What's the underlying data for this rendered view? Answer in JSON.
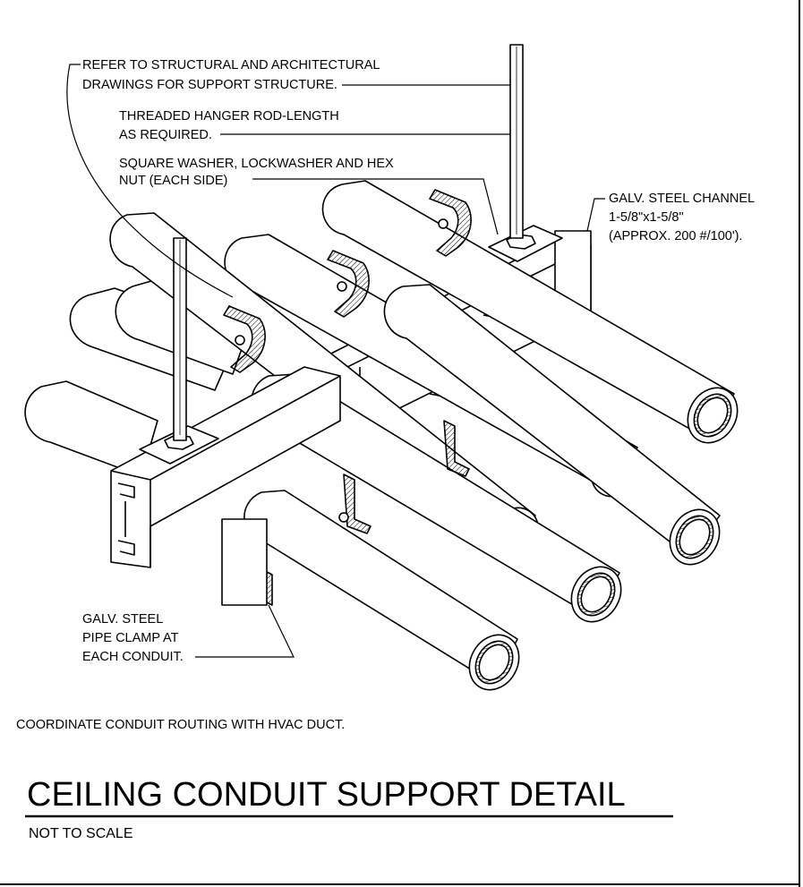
{
  "notes": {
    "refer_line1": "REFER TO STRUCTURAL AND ARCHITECTURAL",
    "refer_line2": "DRAWINGS FOR SUPPORT STRUCTURE.",
    "rod_line1": "THREADED HANGER ROD-LENGTH",
    "rod_line2": "AS REQUIRED.",
    "washer_line1": "SQUARE WASHER, LOCKWASHER AND HEX",
    "washer_line2": "NUT (EACH SIDE)",
    "channel_line1": "GALV. STEEL CHANNEL",
    "channel_line2": "1-5/8\"x1-5/8\"",
    "channel_line3": "(APPROX. 200 #/100').",
    "clamp_line1": "GALV. STEEL",
    "clamp_line2": "PIPE CLAMP AT",
    "clamp_line3": "EACH CONDUIT.",
    "coordinate": "COORDINATE CONDUIT ROUTING WITH HVAC DUCT."
  },
  "title": "CEILING CONDUIT SUPPORT DETAIL",
  "scale": "NOT TO SCALE"
}
